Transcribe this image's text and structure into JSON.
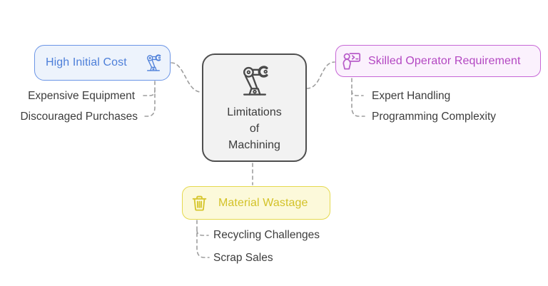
{
  "diagram": {
    "type": "mindmap",
    "background_color": "#ffffff",
    "connector_color": "#9e9e9e",
    "child_label_color": "#3d3d3d",
    "center": {
      "title_lines": [
        "Limitations",
        "of",
        "Machining"
      ],
      "icon": "robot-arm-icon",
      "border_color": "#4f4f4f",
      "background_color": "#f2f2f2",
      "text_color": "#3c3c3c"
    },
    "branches": [
      {
        "label": "High Initial Cost",
        "icon": "robot-arm-icon",
        "accent_color": "#4d7fd9",
        "border_color": "#6b95e6",
        "background_color": "#edf3fc",
        "children": [
          {
            "label": "Expensive Equipment"
          },
          {
            "label": "Discouraged Purchases"
          }
        ]
      },
      {
        "label": "Skilled Operator Requirement",
        "icon": "operator-training-icon",
        "accent_color": "#b347c2",
        "border_color": "#c767d6",
        "background_color": "#fbf1fd",
        "children": [
          {
            "label": "Expert Handling"
          },
          {
            "label": "Programming Complexity"
          }
        ]
      },
      {
        "label": "Material Wastage",
        "icon": "trash-icon",
        "accent_color": "#d3c229",
        "border_color": "#e5d94f",
        "background_color": "#fcf9da",
        "children": [
          {
            "label": "Recycling Challenges"
          },
          {
            "label": "Scrap Sales"
          }
        ]
      }
    ]
  }
}
